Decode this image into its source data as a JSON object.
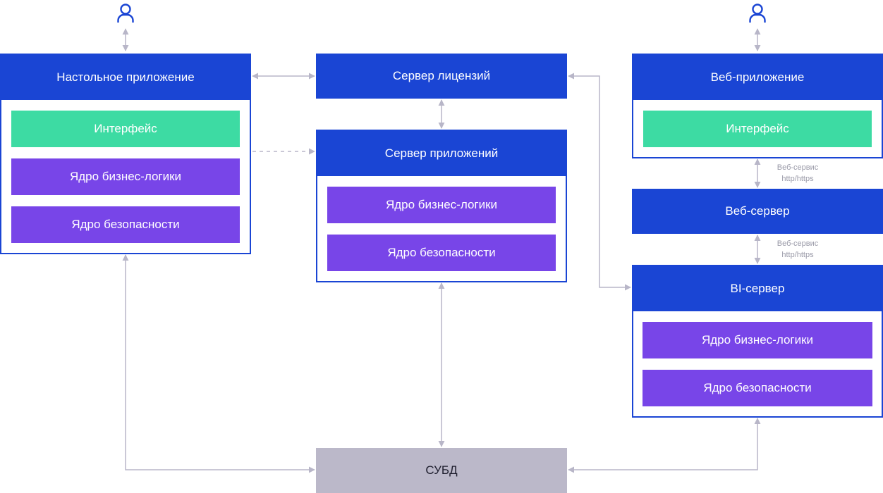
{
  "desktop_app": {
    "title": "Настольное приложение",
    "items": [
      "Интерфейс",
      "Ядро бизнес-логики",
      "Ядро безопасности"
    ]
  },
  "license_server": {
    "title": "Сервер лицензий"
  },
  "app_server": {
    "title": "Сервер приложений",
    "items": [
      "Ядро бизнес-логики",
      "Ядро безопасности"
    ]
  },
  "web_app": {
    "title": "Веб-приложение",
    "items": [
      "Интерфейс"
    ]
  },
  "web_server": {
    "title": "Веб-сервер"
  },
  "bi_server": {
    "title": "BI-сервер",
    "items": [
      "Ядро бизнес-логики",
      "Ядро безопасности"
    ]
  },
  "dbms": {
    "title": "СУБД"
  },
  "links": {
    "web_app_to_web_server": [
      "Веб-сервис",
      "http/https"
    ],
    "web_server_to_bi_server": [
      "Веб-сервис",
      "http/https"
    ]
  },
  "icons": {
    "user_left": "user-icon",
    "user_right": "user-icon"
  },
  "colors": {
    "header_blue": "#1a45d4",
    "interface_green": "#3ddba3",
    "core_purple": "#7845e8",
    "dbms_gray": "#bbb8c9",
    "connector_gray": "#b8b6c8"
  }
}
